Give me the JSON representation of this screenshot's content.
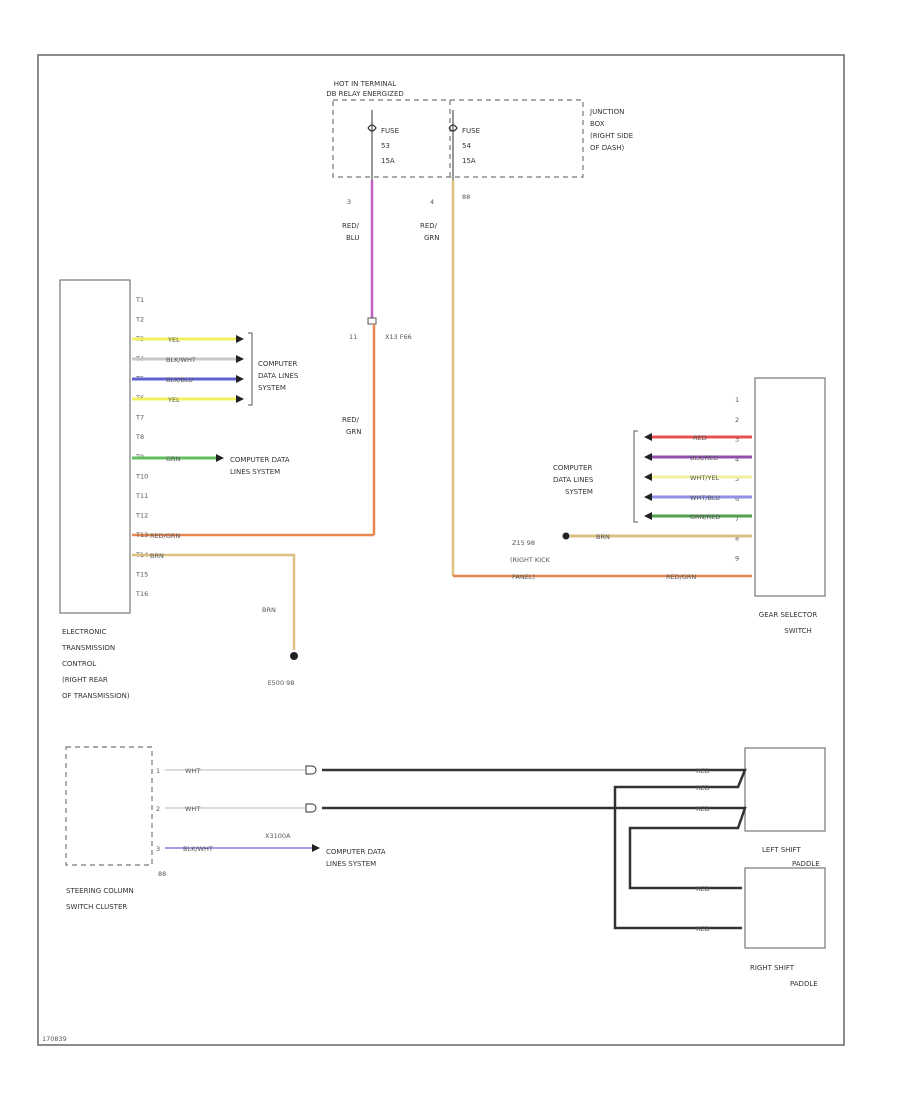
{
  "diagram": {
    "fuse_box": {
      "title_line1": "HOT IN TERMINAL",
      "title_line2": "DB RELAY ENERGIZED",
      "fuse1": [
        "FUSE",
        "53",
        "15A"
      ],
      "fuse2": [
        "FUSE",
        "54",
        "15A"
      ],
      "pin_left": "3",
      "pin_right": "4",
      "connector": "88",
      "location": [
        "JUNCTION",
        "BOX",
        "(RIGHT SIDE",
        "OF DASH)"
      ]
    },
    "wires_top": {
      "left_color": [
        "RED/",
        "BLU"
      ],
      "right_color": [
        "RED/",
        "GRN"
      ],
      "splice_left": "11",
      "splice_right": "X13 F66"
    },
    "etc": {
      "pins": [
        "T1",
        "T2",
        "T3",
        "T4",
        "T5",
        "T6",
        "T7",
        "T8",
        "T9",
        "T10",
        "T11",
        "T12",
        "T13",
        "T14",
        "T15",
        "T16"
      ],
      "wire_colors": [
        "YEL",
        "BLK/WHT",
        "BLK/BLU",
        "YEL",
        "GRN",
        "RED/GRN",
        "BRN"
      ],
      "data_lines_label": [
        "COMPUTER",
        "DATA LINES",
        "SYSTEM"
      ],
      "data_lines_label2": [
        "COMPUTER DATA",
        "LINES SYSTEM"
      ],
      "red_grn_label": [
        "RED/",
        "GRN"
      ],
      "ground_wire": "BRN",
      "ground_id": "E500 98",
      "name": [
        "ELECTRONIC",
        "TRANSMISSION",
        "CONTROL",
        "(RIGHT REAR",
        "OF TRANSMISSION)"
      ]
    },
    "gear_selector": {
      "pins": [
        "1",
        "2",
        "3",
        "4",
        "5",
        "6",
        "7",
        "8",
        "9"
      ],
      "wire_colors": [
        "RED",
        "BLK/RED",
        "WHT/YEL",
        "WHT/BLU",
        "GRN/RED",
        "BRN",
        "RED/GRN"
      ],
      "data_lines_label": [
        "COMPUTER",
        "DATA LINES",
        "SYSTEM"
      ],
      "ground_ref": "Z15 98",
      "kick_label": [
        "(RIGHT KICK",
        "PANEL)"
      ],
      "name": [
        "GEAR SELECTOR",
        "SWITCH"
      ]
    },
    "steering": {
      "pins": [
        "1",
        "2",
        "3"
      ],
      "wire_colors": [
        "WHT",
        "WHT",
        "BLK/WHT"
      ],
      "connector_ref": "X3100A",
      "cluster_id": "88",
      "data_lines_label": [
        "COMPUTER DATA",
        "LINES SYSTEM"
      ],
      "name": [
        "STEERING COLUMN",
        "SWITCH CLUSTER"
      ]
    },
    "paddles": {
      "wire_colors": [
        "RED",
        "RED",
        "RED",
        "RED",
        "RED"
      ],
      "left_name": [
        "LEFT SHIFT",
        "PADDLE"
      ],
      "right_name": [
        "RIGHT SHIFT",
        "PADDLE"
      ]
    },
    "footer_id": "170839"
  }
}
